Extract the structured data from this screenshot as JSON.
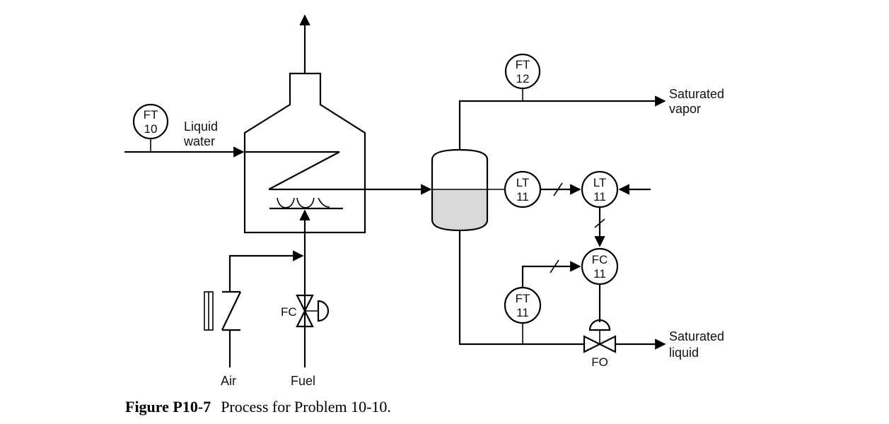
{
  "labels": {
    "liquid_water_1": "Liquid",
    "liquid_water_2": "water",
    "saturated_vapor_1": "Saturated",
    "saturated_vapor_2": "vapor",
    "saturated_liquid_1": "Saturated",
    "saturated_liquid_2": "liquid",
    "air": "Air",
    "fuel": "Fuel",
    "fuel_valve_action": "FC",
    "outlet_valve_action": "FO"
  },
  "instruments": {
    "ft10": {
      "letters": "FT",
      "number": "10"
    },
    "ft12": {
      "letters": "FT",
      "number": "12"
    },
    "lt11_transmitter": {
      "letters": "LT",
      "number": "11"
    },
    "lt11_controller": {
      "letters": "LT",
      "number": "11"
    },
    "fc11": {
      "letters": "FC",
      "number": "11"
    },
    "ft11": {
      "letters": "FT",
      "number": "11"
    }
  },
  "caption": {
    "label": "Figure P10-7",
    "text": "Process for Problem 10-10."
  }
}
